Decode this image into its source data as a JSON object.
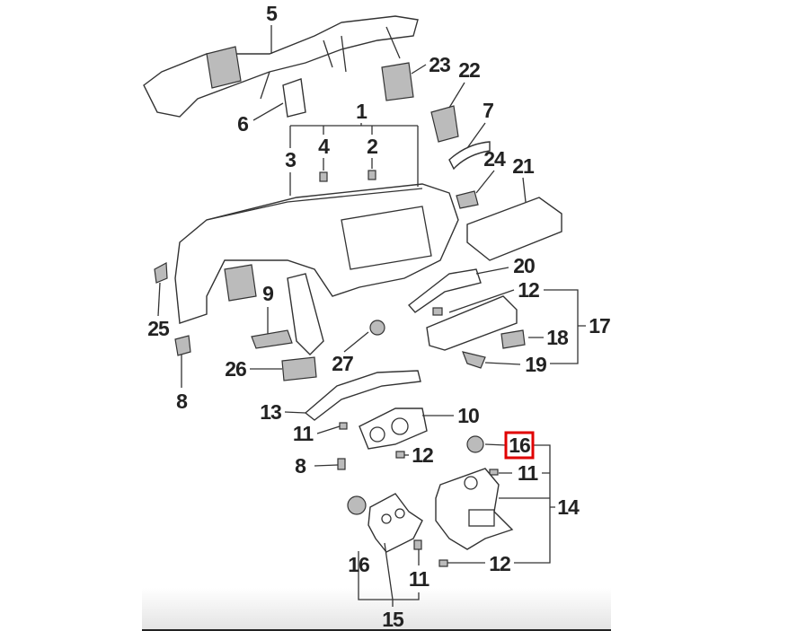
{
  "diagram": {
    "highlight_color": "#e00000",
    "highlighted_callout": "16",
    "callouts": [
      {
        "id": "c5",
        "text": "5"
      },
      {
        "id": "c23",
        "text": "23"
      },
      {
        "id": "c22",
        "text": "22"
      },
      {
        "id": "c1",
        "text": "1"
      },
      {
        "id": "c7",
        "text": "7"
      },
      {
        "id": "c6",
        "text": "6"
      },
      {
        "id": "c3",
        "text": "3"
      },
      {
        "id": "c4",
        "text": "4"
      },
      {
        "id": "c2",
        "text": "2"
      },
      {
        "id": "c24",
        "text": "24"
      },
      {
        "id": "c21",
        "text": "21"
      },
      {
        "id": "c20",
        "text": "20"
      },
      {
        "id": "c12a",
        "text": "12"
      },
      {
        "id": "c17",
        "text": "17"
      },
      {
        "id": "c25",
        "text": "25"
      },
      {
        "id": "c9",
        "text": "9"
      },
      {
        "id": "c18",
        "text": "18"
      },
      {
        "id": "c27",
        "text": "27"
      },
      {
        "id": "c26",
        "text": "26"
      },
      {
        "id": "c19",
        "text": "19"
      },
      {
        "id": "c8a",
        "text": "8"
      },
      {
        "id": "c13",
        "text": "13"
      },
      {
        "id": "c10",
        "text": "10"
      },
      {
        "id": "c11a",
        "text": "11"
      },
      {
        "id": "c12b",
        "text": "12"
      },
      {
        "id": "c16a",
        "text": "16"
      },
      {
        "id": "c11b",
        "text": "11"
      },
      {
        "id": "c8b",
        "text": "8"
      },
      {
        "id": "c14",
        "text": "14"
      },
      {
        "id": "c16b",
        "text": "16"
      },
      {
        "id": "c11c",
        "text": "11"
      },
      {
        "id": "c12c",
        "text": "12"
      },
      {
        "id": "c15",
        "text": "15"
      }
    ]
  }
}
